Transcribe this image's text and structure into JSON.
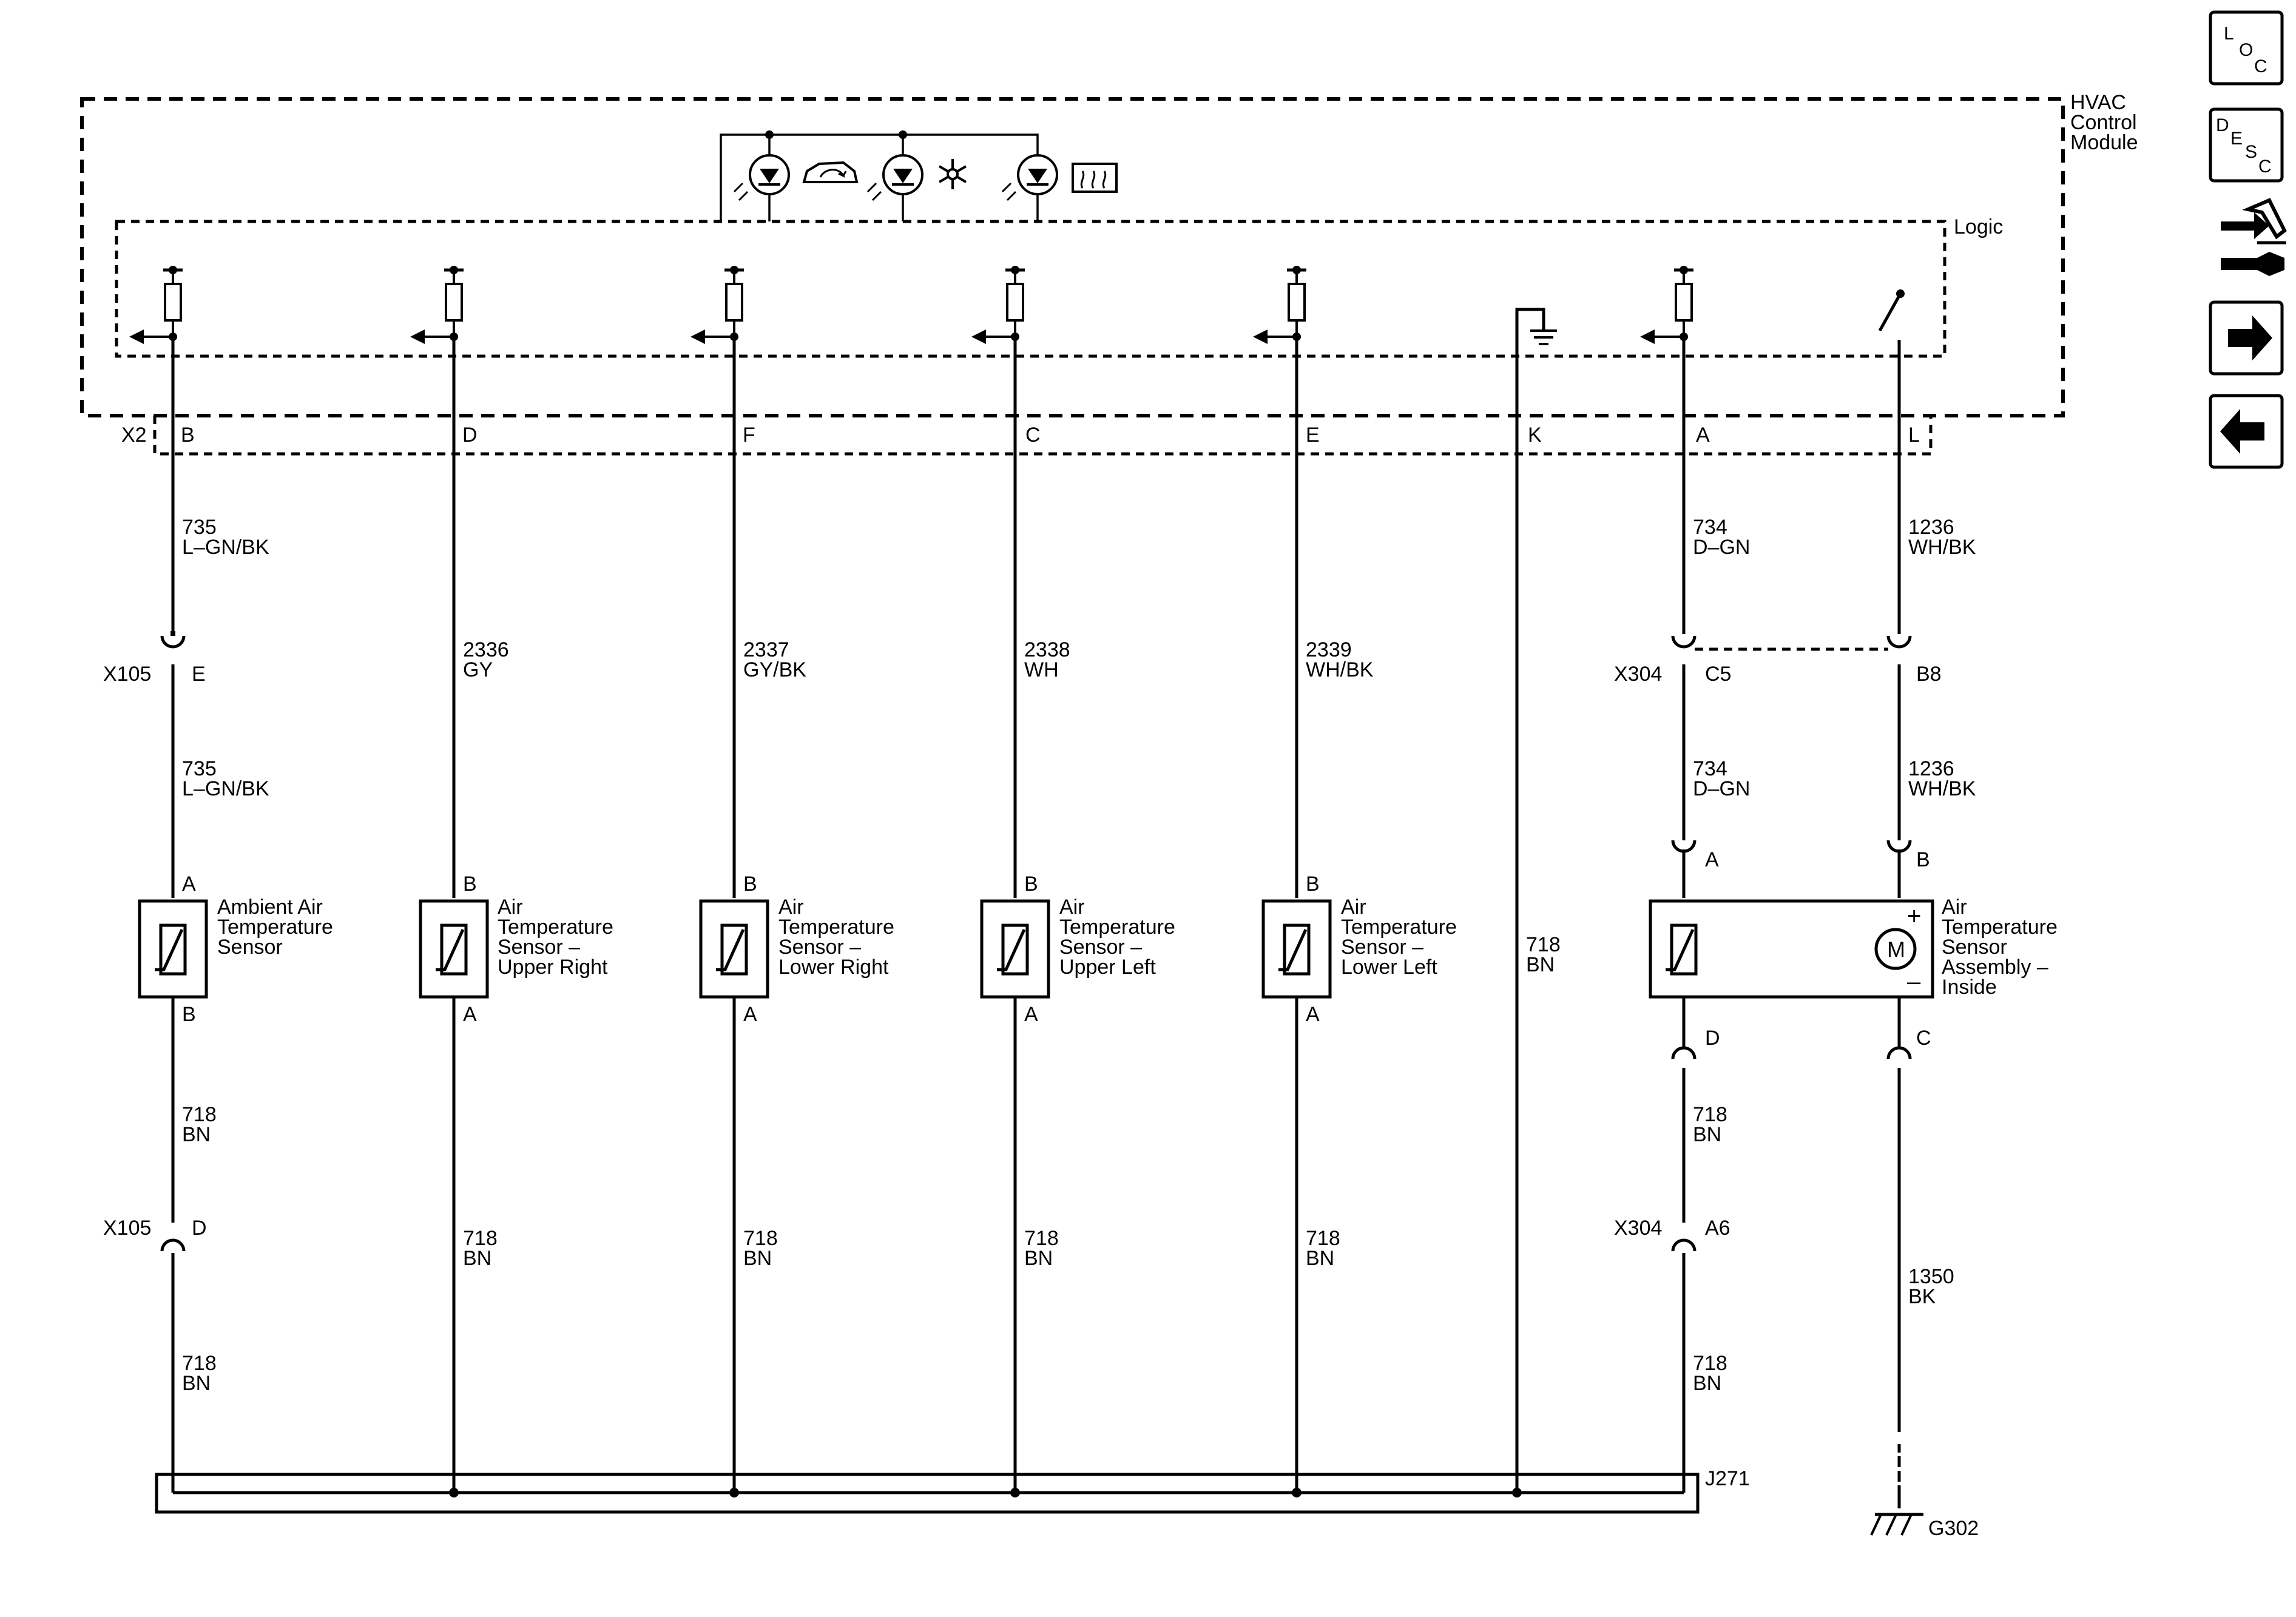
{
  "module": {
    "name_line1": "HVAC",
    "name_line2": "Control",
    "name_line3": "Module",
    "logic_label": "Logic",
    "connector": "X2"
  },
  "pins": {
    "ambient": "B",
    "upper_right": "D",
    "lower_right": "F",
    "upper_left": "C",
    "lower_left": "E",
    "ground": "K",
    "inside_sensor": "A",
    "inside_motor": "L"
  },
  "wires": {
    "w735": {
      "circuit": "735",
      "color": "L–GN/BK"
    },
    "w734": {
      "circuit": "734",
      "color": "D–GN"
    },
    "w1236": {
      "circuit": "1236",
      "color": "WH/BK"
    },
    "w2336": {
      "circuit": "2336",
      "color": "GY"
    },
    "w2337": {
      "circuit": "2337",
      "color": "GY/BK"
    },
    "w2338": {
      "circuit": "2338",
      "color": "WH"
    },
    "w2339": {
      "circuit": "2339",
      "color": "WH/BK"
    },
    "w718": {
      "circuit": "718",
      "color": "BN"
    },
    "w1350": {
      "circuit": "1350",
      "color": "BK"
    }
  },
  "connectors": {
    "x105": "X105",
    "x105_top_pin": "E",
    "x105_bot_pin": "D",
    "x304": "X304",
    "x304_pin_c5": "C5",
    "x304_pin_b8": "B8",
    "x304_pin_a6": "A6"
  },
  "components": {
    "ambient": {
      "line1": "Ambient Air",
      "line2": "Temperature",
      "line3": "Sensor",
      "top_pin": "A",
      "bot_pin": "B"
    },
    "upper_right": {
      "line1": "Air",
      "line2": "Temperature",
      "line3": "Sensor –",
      "line4": "Upper Right",
      "top_pin": "B",
      "bot_pin": "A"
    },
    "lower_right": {
      "line1": "Air",
      "line2": "Temperature",
      "line3": "Sensor –",
      "line4": "Lower Right",
      "top_pin": "B",
      "bot_pin": "A"
    },
    "upper_left": {
      "line1": "Air",
      "line2": "Temperature",
      "line3": "Sensor –",
      "line4": "Upper Left",
      "top_pin": "B",
      "bot_pin": "A"
    },
    "lower_left": {
      "line1": "Air",
      "line2": "Temperature",
      "line3": "Sensor –",
      "line4": "Lower Left",
      "top_pin": "B",
      "bot_pin": "A"
    },
    "inside": {
      "line1": "Air",
      "line2": "Temperature",
      "line3": "Sensor",
      "line4": "Assembly –",
      "line5": "Inside",
      "pin_a": "A",
      "pin_b": "B",
      "pin_c": "C",
      "pin_d": "D",
      "motor": "M",
      "plus": "+",
      "minus": "–"
    }
  },
  "splice": "J271",
  "ground_point": "G302",
  "nav": {
    "loc": {
      "l": "L",
      "o": "O",
      "c": "C"
    },
    "desc": {
      "d": "D",
      "e": "E",
      "s": "S",
      "c": "C"
    },
    "icons": [
      "location-icon",
      "description-icon",
      "connector-tool-icon",
      "next-arrow-icon",
      "previous-arrow-icon"
    ]
  }
}
